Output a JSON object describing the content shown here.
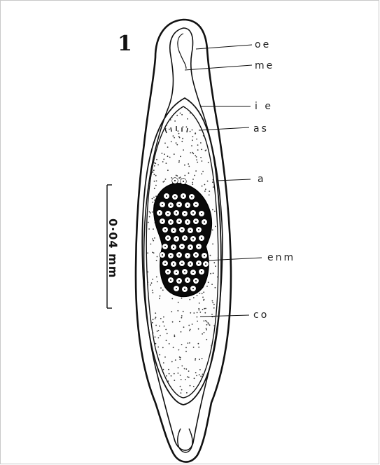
{
  "figure": {
    "number": "1",
    "scale_bar": "0·04 mm",
    "labels": {
      "oe": "oe",
      "me": "me",
      "ie": "i e",
      "as": "as",
      "a": "a",
      "enm": "enm",
      "co": "co"
    }
  }
}
